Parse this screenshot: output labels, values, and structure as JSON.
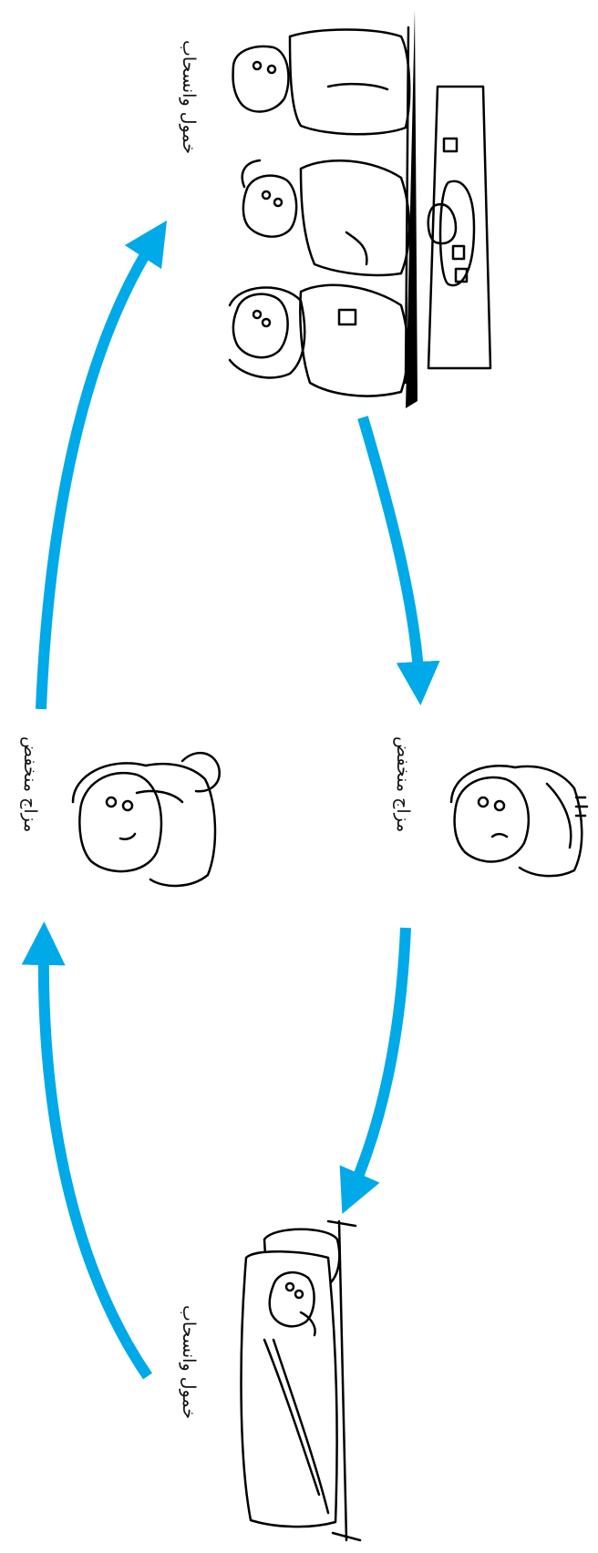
{
  "labels": {
    "top": "خمول وانسحاب",
    "middle_left": "مزاج منخفض",
    "middle_right": "مزاج منخفض",
    "bottom": "خمول وانسحاب"
  },
  "colors": {
    "arrow": "#00a9e8",
    "ink": "#000000"
  },
  "icons": {
    "top_scene": "women-sharing-tea-illustration",
    "middle_left_figure": "woman-holding-head-illustration",
    "middle_right_figure": "sad-woman-arms-crossed-illustration",
    "bottom_scene": "woman-lying-in-bed-illustration"
  }
}
